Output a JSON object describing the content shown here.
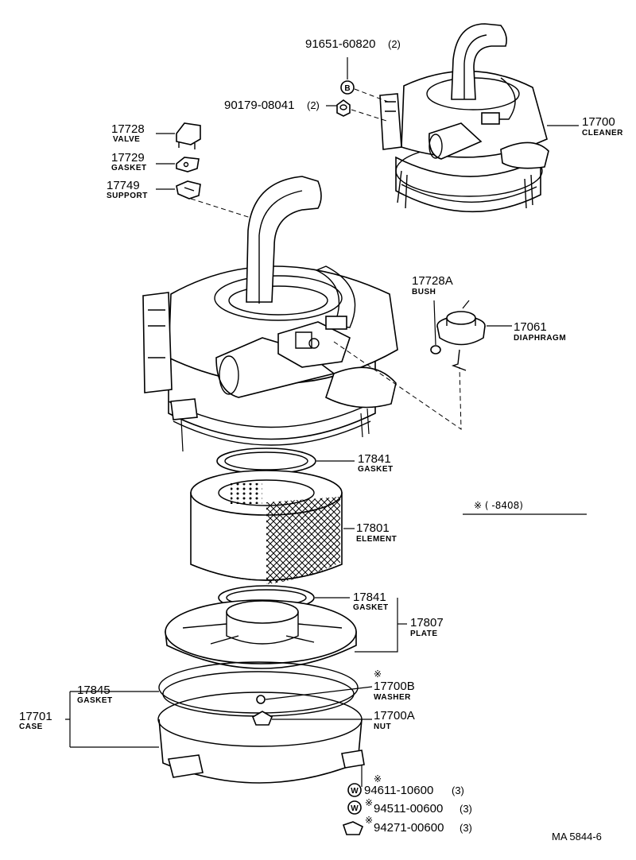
{
  "parts": {
    "bolt_b": {
      "number": "91651-60820",
      "qty": "(2)",
      "symbol": "B"
    },
    "nut_top": {
      "number": "90179-08041",
      "qty": "(2)"
    },
    "valve": {
      "number": "17728",
      "name": "VALVE"
    },
    "gasket_valve": {
      "number": "17729",
      "name": "GASKET"
    },
    "support": {
      "number": "17749",
      "name": "SUPPORT"
    },
    "cleaner": {
      "number": "17700",
      "name": "CLEANER"
    },
    "bush": {
      "number": "17728A",
      "name": "BUSH"
    },
    "diaphragm": {
      "number": "17061",
      "name": "DIAPHRAGM"
    },
    "gasket_upper": {
      "number": "17841",
      "name": "GASKET"
    },
    "element": {
      "number": "17801",
      "name": "ELEMENT"
    },
    "gasket_lower": {
      "number": "17841",
      "name": "GASKET"
    },
    "plate": {
      "number": "17807",
      "name": "PLATE"
    },
    "gasket_case": {
      "number": "17845",
      "name": "GASKET"
    },
    "case": {
      "number": "17701",
      "name": "CASE"
    },
    "washer": {
      "number": "17700B",
      "name": "WASHER",
      "mark": "※"
    },
    "nut": {
      "number": "17700A",
      "name": "NUT"
    },
    "washer_w1": {
      "number": "94611-10600",
      "qty": "(3)",
      "symbol": "W",
      "mark": "※"
    },
    "washer_w2": {
      "number": "94511-00600",
      "qty": "(3)",
      "symbol": "W",
      "mark": "※"
    },
    "wing_nut": {
      "number": "94271-00600",
      "qty": "(3)",
      "mark": "※"
    }
  },
  "note": {
    "text": "※ (       -8408)"
  },
  "drawing_code": "MA 5844-6"
}
